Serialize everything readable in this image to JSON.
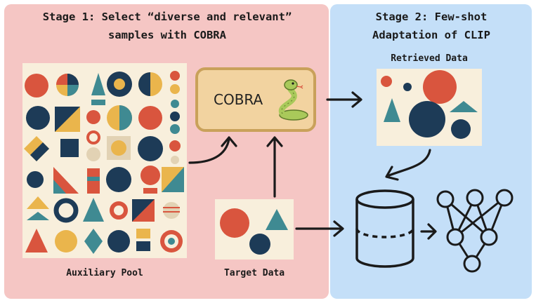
{
  "stage1": {
    "title_line1": "Stage 1: Select “diverse and relevant”",
    "title_line2": "samples with COBRA"
  },
  "stage2": {
    "title_line1": "Stage 2: Few-shot",
    "title_line2": "Adaptation of CLIP"
  },
  "nodes": {
    "cobra": "COBRA",
    "auxiliary_pool": "Auxiliary Pool",
    "target_data": "Target Data",
    "retrieved_data": "Retrieved Data"
  },
  "icons": [
    "snake-icon",
    "database-icon",
    "neural-network-icon",
    "arrow-icon"
  ],
  "colors": {
    "stage1_bg": "#f5c6c4",
    "stage2_bg": "#c4dff8",
    "shape_red": "#d9553e",
    "shape_navy": "#1d3b57",
    "shape_teal": "#3f8a92",
    "shape_yellow": "#eab54c",
    "card_bg": "#f8efdc",
    "cobra_box": "#f2d3a0"
  }
}
